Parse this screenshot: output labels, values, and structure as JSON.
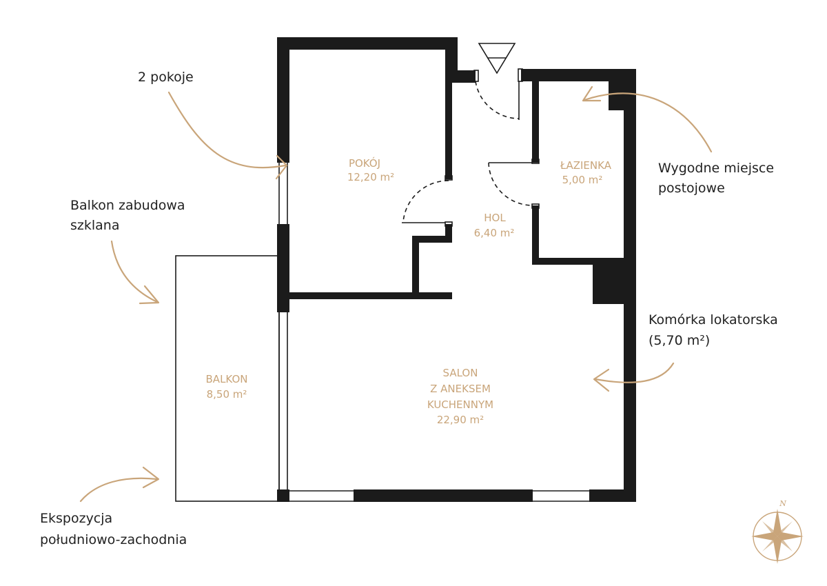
{
  "rooms": {
    "pokoj": {
      "name": "POKÓJ",
      "area": "12,20 m²"
    },
    "lazienka": {
      "name": "ŁAZIENKA",
      "area": "5,00 m²"
    },
    "hol": {
      "name": "HOL",
      "area": "6,40 m²"
    },
    "salon": {
      "lines": [
        "SALON",
        "Z ANEKSEM",
        "KUCHENNYM"
      ],
      "area": "22,90 m²"
    },
    "balkon": {
      "name": "BALKON",
      "area": "8,50 m²"
    }
  },
  "callouts": {
    "rooms_count": "2 pokoje",
    "balcony": [
      "Balkon zabudowa",
      "szklana"
    ],
    "parking": [
      "Wygodne miejsce",
      "postojowe"
    ],
    "storage": [
      "Komórka lokatorska",
      "(5,70 m²)"
    ],
    "exposure": [
      "Ekspozycja",
      "południowo-zachodnia"
    ]
  },
  "compass": {
    "north_label": "N"
  },
  "colors": {
    "accent": "#c9a57a",
    "wall": "#1b1b1b",
    "text": "#222222"
  }
}
